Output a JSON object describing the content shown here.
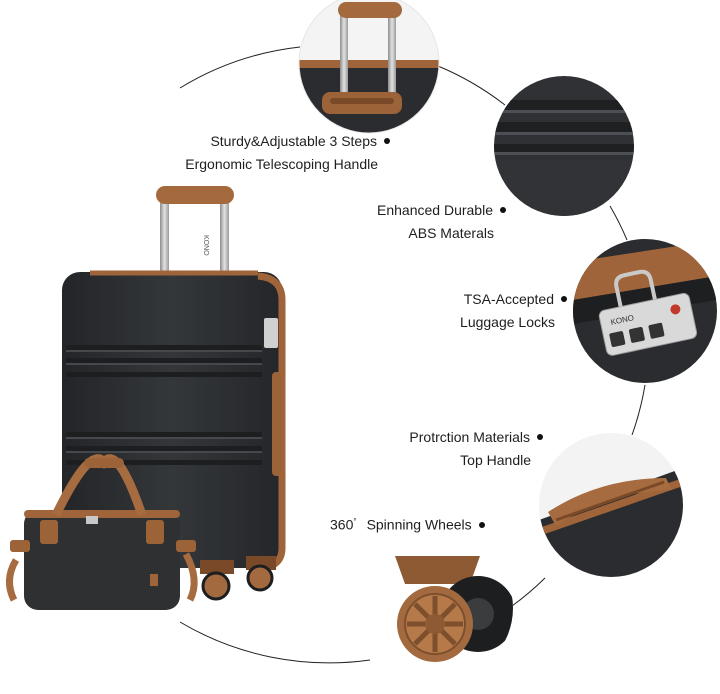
{
  "features": [
    {
      "id": "handle",
      "line1": "Sturdy&Adjustable 3 Steps",
      "line2": "Ergonomic Telescoping Handle"
    },
    {
      "id": "material",
      "line1": "Enhanced Durable",
      "line2": "ABS Materals"
    },
    {
      "id": "lock",
      "line1": "TSA-Accepted",
      "line2": "Luggage Locks"
    },
    {
      "id": "top-handle",
      "line1": "Protrction Materials",
      "line2": "Top Handle"
    },
    {
      "id": "wheels",
      "degree": "360",
      "degree_mark": "°",
      "label": "Spinning Wheels"
    }
  ],
  "brand": {
    "handle_tag": "KONO",
    "lock_brand": "KONO"
  },
  "colors": {
    "shell": "#2b2d30",
    "trim": "#a0643a",
    "trim_light": "#c07c4c",
    "metal": "#b8b8b8",
    "bag": "#2e3032"
  }
}
